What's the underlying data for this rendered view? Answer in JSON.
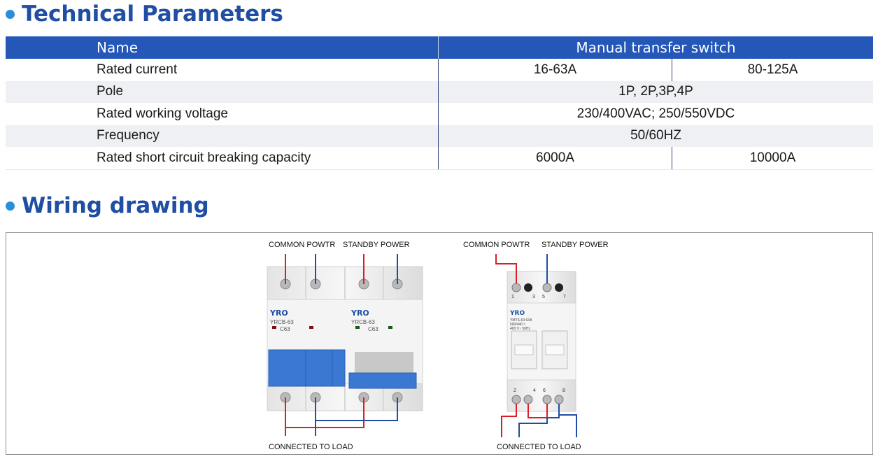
{
  "sections": {
    "technical": "Technical Parameters",
    "wiring": "Wiring drawing"
  },
  "table": {
    "header": {
      "name": "Name",
      "value": "Manual transfer switch"
    },
    "rows": [
      {
        "label": "Rated current",
        "left": "16-63A",
        "right": "80-125A"
      },
      {
        "label": "Pole",
        "value": "1P, 2P,3P,4P"
      },
      {
        "label": "Rated working voltage",
        "value": "230/400VAC; 250/550VDC"
      },
      {
        "label": "Frequency",
        "value": "50/60HZ"
      },
      {
        "label": "Rated short circuit breaking capacity",
        "left": "6000A",
        "right": "10000A"
      }
    ]
  },
  "diagram": {
    "left": {
      "common": "COMMON POWTR",
      "standby": "STANDBY POWER",
      "load": "CONNECTED TO LOAD",
      "brand": "YRO",
      "model": "YRCB-63",
      "rating": "C63"
    },
    "right": {
      "common": "COMMON POWTR",
      "standby": "STANDBY POWER",
      "load": "CONNECTED TO LOAD",
      "brand": "YRO",
      "model": "YMTS-63 63A",
      "spec1": "500/440 ≈",
      "spec2": "400 V~ 50Hz",
      "terminals_top": [
        "1",
        "3",
        "5",
        "7"
      ],
      "terminals_bottom": [
        "2",
        "4",
        "6",
        "8"
      ]
    },
    "colors": {
      "red": "#d91f26",
      "blue": "#1f4fa3",
      "device_blue": "#3a78d4"
    }
  }
}
